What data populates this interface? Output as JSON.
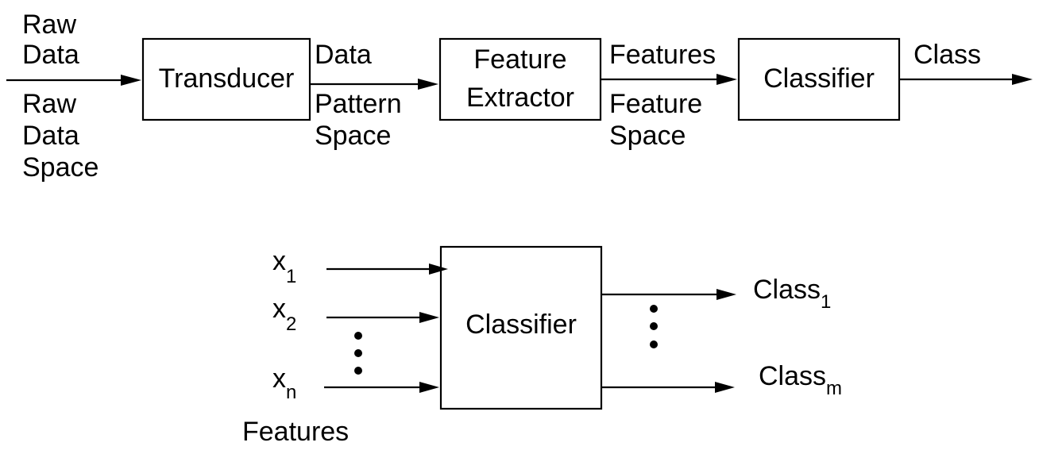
{
  "pipeline": {
    "input": {
      "label_above": [
        "Raw",
        "Data"
      ],
      "label_below": [
        "Raw",
        "Data",
        "Space"
      ]
    },
    "blocks": [
      {
        "id": "transducer",
        "label": [
          "Transducer"
        ]
      },
      {
        "id": "feature-extractor",
        "label": [
          "Feature",
          "Extractor"
        ]
      },
      {
        "id": "classifier",
        "label": [
          "Classifier"
        ]
      }
    ],
    "edges": [
      {
        "from": "transducer",
        "to": "feature-extractor",
        "label_above": [
          "Data"
        ],
        "label_below": [
          "Pattern",
          "Space"
        ]
      },
      {
        "from": "feature-extractor",
        "to": "classifier",
        "label_above": [
          "Features"
        ],
        "label_below": [
          "Feature",
          "Space"
        ]
      },
      {
        "from": "classifier",
        "to": "output",
        "label_above": [
          "Class"
        ],
        "label_below": []
      }
    ]
  },
  "classifier_detail": {
    "block_label": "Classifier",
    "inputs": [
      {
        "base": "x",
        "sub": "1"
      },
      {
        "base": "x",
        "sub": "2"
      },
      {
        "base": "x",
        "sub": "n"
      }
    ],
    "inputs_caption": "Features",
    "outputs": [
      {
        "base": "Class",
        "sub": "1"
      },
      {
        "base": "Class",
        "sub": "m"
      }
    ]
  }
}
